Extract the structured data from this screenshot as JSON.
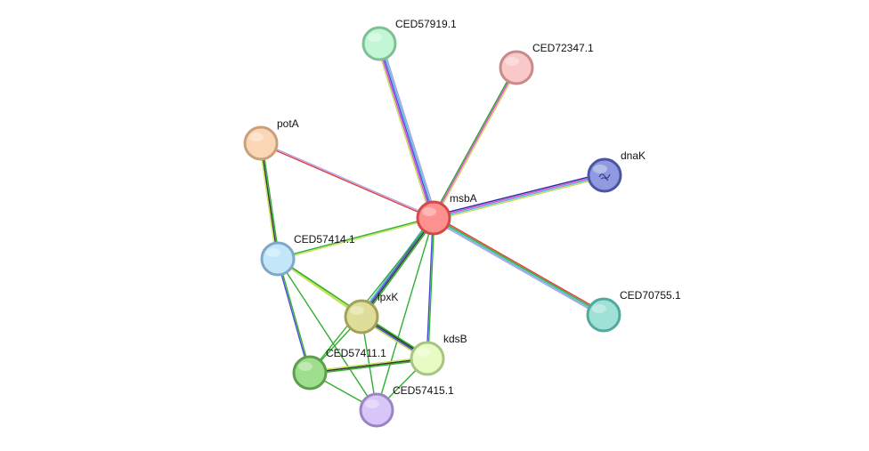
{
  "nodes": [
    {
      "id": "msbA",
      "label": "msbA",
      "fill": "#ff9090",
      "stroke": "#d04a4a"
    },
    {
      "id": "CED57919.1",
      "label": "CED57919.1",
      "fill": "#c2f7d6",
      "stroke": "#7fbf95"
    },
    {
      "id": "CED72347.1",
      "label": "CED72347.1",
      "fill": "#f9c8c8",
      "stroke": "#c98a8a"
    },
    {
      "id": "potA",
      "label": "potA",
      "fill": "#fad6b4",
      "stroke": "#c9a07a"
    },
    {
      "id": "dnaK",
      "label": "dnaK",
      "fill": "#8f9ae0",
      "stroke": "#4a56a3"
    },
    {
      "id": "CED57414.1",
      "label": "CED57414.1",
      "fill": "#c4e6fb",
      "stroke": "#7ea8c6"
    },
    {
      "id": "lpxK",
      "label": "lpxK",
      "fill": "#dedd99",
      "stroke": "#a3a158"
    },
    {
      "id": "CED70755.1",
      "label": "CED70755.1",
      "fill": "#9fe0d7",
      "stroke": "#54a89c"
    },
    {
      "id": "kdsB",
      "label": "kdsB",
      "fill": "#e6fcc4",
      "stroke": "#a8c482"
    },
    {
      "id": "CED57411.1",
      "label": "CED57411.1",
      "fill": "#9fde8c",
      "stroke": "#5d9e4c"
    },
    {
      "id": "CED57415.1",
      "label": "CED57415.1",
      "fill": "#d8c6f8",
      "stroke": "#9885c2"
    }
  ],
  "edges": [
    {
      "source": "msbA",
      "target": "CED57919.1",
      "colors": [
        "#c5e05a",
        "#d84cd8",
        "#4b4bd8",
        "#52b5d8",
        "#a3a3e0"
      ]
    },
    {
      "source": "msbA",
      "target": "CED72347.1",
      "colors": [
        "#2f9f2f",
        "#d84cd8",
        "#d8d060"
      ]
    },
    {
      "source": "msbA",
      "target": "potA",
      "colors": [
        "#e03a3a",
        "#b0a0e8"
      ]
    },
    {
      "source": "msbA",
      "target": "dnaK",
      "colors": [
        "#2f2fa0",
        "#d84cd8",
        "#52b5d8",
        "#c5e05a"
      ]
    },
    {
      "source": "msbA",
      "target": "CED57414.1",
      "colors": [
        "#c5e05a",
        "#2fb02f"
      ]
    },
    {
      "source": "msbA",
      "target": "lpxK",
      "colors": [
        "#2fb02f",
        "#333333",
        "#4b4bd8",
        "#52b5d8"
      ]
    },
    {
      "source": "msbA",
      "target": "kdsB",
      "colors": [
        "#2fb02f",
        "#4b4bd8"
      ]
    },
    {
      "source": "msbA",
      "target": "CED57415.1",
      "colors": [
        "#2fb02f"
      ]
    },
    {
      "source": "msbA",
      "target": "CED57411.1",
      "colors": [
        "#2fb02f"
      ]
    },
    {
      "source": "msbA",
      "target": "CED70755.1",
      "colors": [
        "#e03a3a",
        "#2fb02f",
        "#52b5d8",
        "#a3a3e0"
      ]
    },
    {
      "source": "potA",
      "target": "CED57414.1",
      "colors": [
        "#2fb02f",
        "#333333",
        "#c5e05a"
      ]
    },
    {
      "source": "CED57414.1",
      "target": "lpxK",
      "colors": [
        "#2fb02f",
        "#c5e05a"
      ]
    },
    {
      "source": "CED57414.1",
      "target": "kdsB",
      "colors": [
        "#2fb02f",
        "#c5e05a"
      ]
    },
    {
      "source": "CED57414.1",
      "target": "CED57411.1",
      "colors": [
        "#2fb02f",
        "#4b4bd8"
      ]
    },
    {
      "source": "CED57414.1",
      "target": "CED57415.1",
      "colors": [
        "#2fb02f"
      ]
    },
    {
      "source": "lpxK",
      "target": "kdsB",
      "colors": [
        "#2fb02f",
        "#333333",
        "#4b4bd8",
        "#c5e05a"
      ]
    },
    {
      "source": "lpxK",
      "target": "CED57411.1",
      "colors": [
        "#2fb02f"
      ]
    },
    {
      "source": "lpxK",
      "target": "CED57415.1",
      "colors": [
        "#2fb02f"
      ]
    },
    {
      "source": "kdsB",
      "target": "CED57411.1",
      "colors": [
        "#2fb02f",
        "#333333",
        "#c5e05a"
      ]
    },
    {
      "source": "kdsB",
      "target": "CED57415.1",
      "colors": [
        "#2fb02f"
      ]
    },
    {
      "source": "CED57411.1",
      "target": "CED57415.1",
      "colors": [
        "#2fb02f"
      ]
    }
  ]
}
